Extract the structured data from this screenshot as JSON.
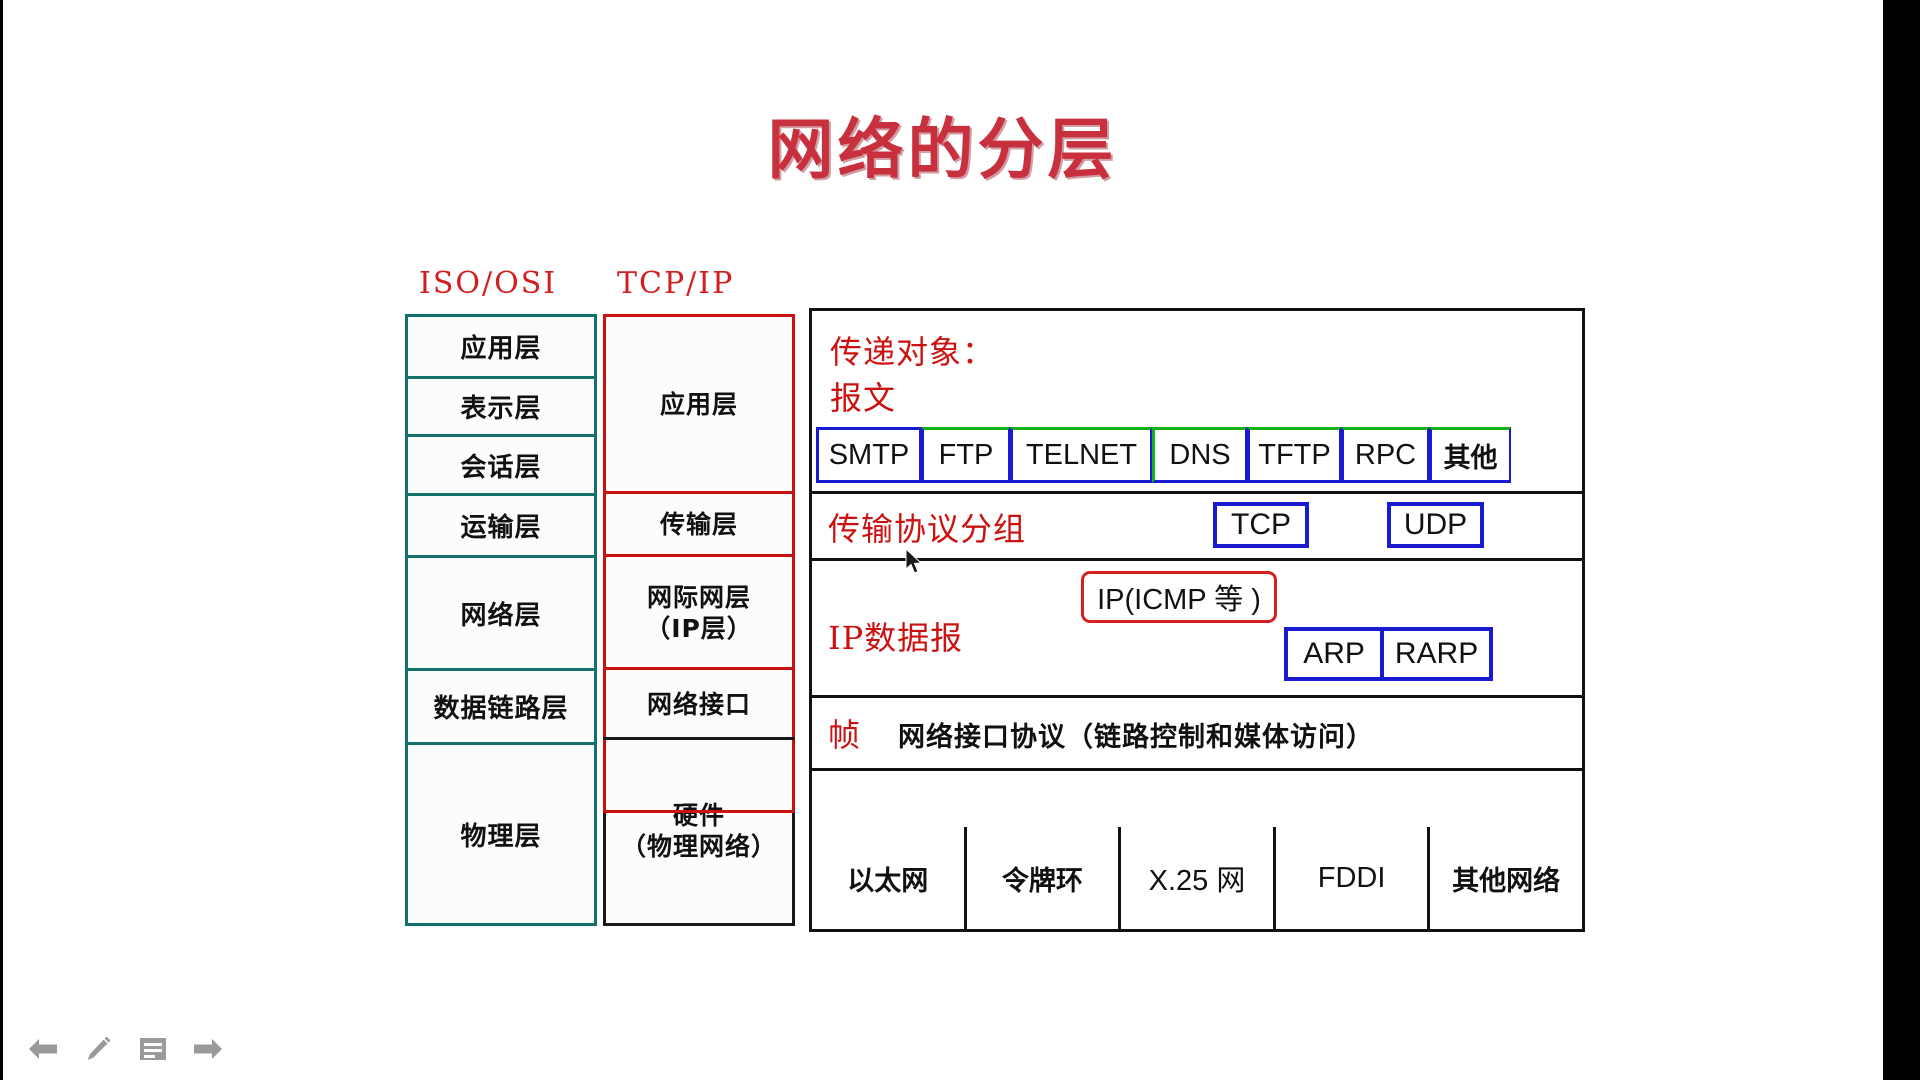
{
  "slide": {
    "title": "网络的分层",
    "title_color": "#c9303d"
  },
  "diagram": {
    "columns": {
      "iso_caption": "ISO/OSI",
      "tcp_caption": "TCP/IP",
      "iso_border_color": "#14706b",
      "tcp_border_color": "#cc1111",
      "iso_layers": [
        {
          "label": "应用层"
        },
        {
          "label": "表示层"
        },
        {
          "label": "会话层"
        },
        {
          "label": "运输层"
        },
        {
          "label": "网络层"
        },
        {
          "label": "数据链路层"
        },
        {
          "label": "物理层"
        }
      ],
      "tcp_layers": [
        {
          "line1": "应用层",
          "line2": ""
        },
        {
          "line1": "传输层",
          "line2": ""
        },
        {
          "line1": "网际网层",
          "line2": "（IP层）"
        },
        {
          "line1": "网络接口",
          "line2": ""
        },
        {
          "line1": "硬件",
          "line2": "（物理网络）"
        }
      ]
    },
    "right_panel": {
      "app_row": {
        "note_line1": "传递对象：",
        "note_line2": "报文",
        "protocols": [
          {
            "name": "SMTP",
            "cn": false
          },
          {
            "name": "FTP",
            "cn": false
          },
          {
            "name": "TELNET",
            "cn": false
          },
          {
            "name": "DNS",
            "cn": false
          },
          {
            "name": "TFTP",
            "cn": false
          },
          {
            "name": "RPC",
            "cn": false
          },
          {
            "name": "其他",
            "cn": true
          }
        ],
        "chip_border_color": "#1a1ad0",
        "chip_accent_color": "#15b215"
      },
      "transport_row": {
        "note": "传输协议分组",
        "chips": [
          {
            "name": "TCP"
          },
          {
            "name": "UDP"
          }
        ]
      },
      "internet_row": {
        "note": "IP数据报",
        "ip_chip": "IP(ICMP 等 )",
        "ip_chip_border_color": "#d42020",
        "address_chips": [
          {
            "name": "ARP"
          },
          {
            "name": "RARP"
          }
        ]
      },
      "netif_row": {
        "red_label": "帧",
        "text": "网络接口协议（链路控制和媒体访问）"
      },
      "hardware_row": {
        "networks": [
          {
            "name": "以太网",
            "latin": false
          },
          {
            "name": "令牌环",
            "latin": false
          },
          {
            "name": "X.25 网",
            "latin": true
          },
          {
            "name": "FDDI",
            "latin": true
          },
          {
            "name": "其他网络",
            "latin": false
          }
        ]
      }
    }
  },
  "toolbar": {
    "items": [
      {
        "icon": "arrow-left-icon",
        "label": "上一页"
      },
      {
        "icon": "pencil-icon",
        "label": "批注"
      },
      {
        "icon": "notes-icon",
        "label": "目录"
      },
      {
        "icon": "arrow-right-icon",
        "label": "下一页"
      }
    ],
    "icon_color": "#9a9a9a"
  }
}
